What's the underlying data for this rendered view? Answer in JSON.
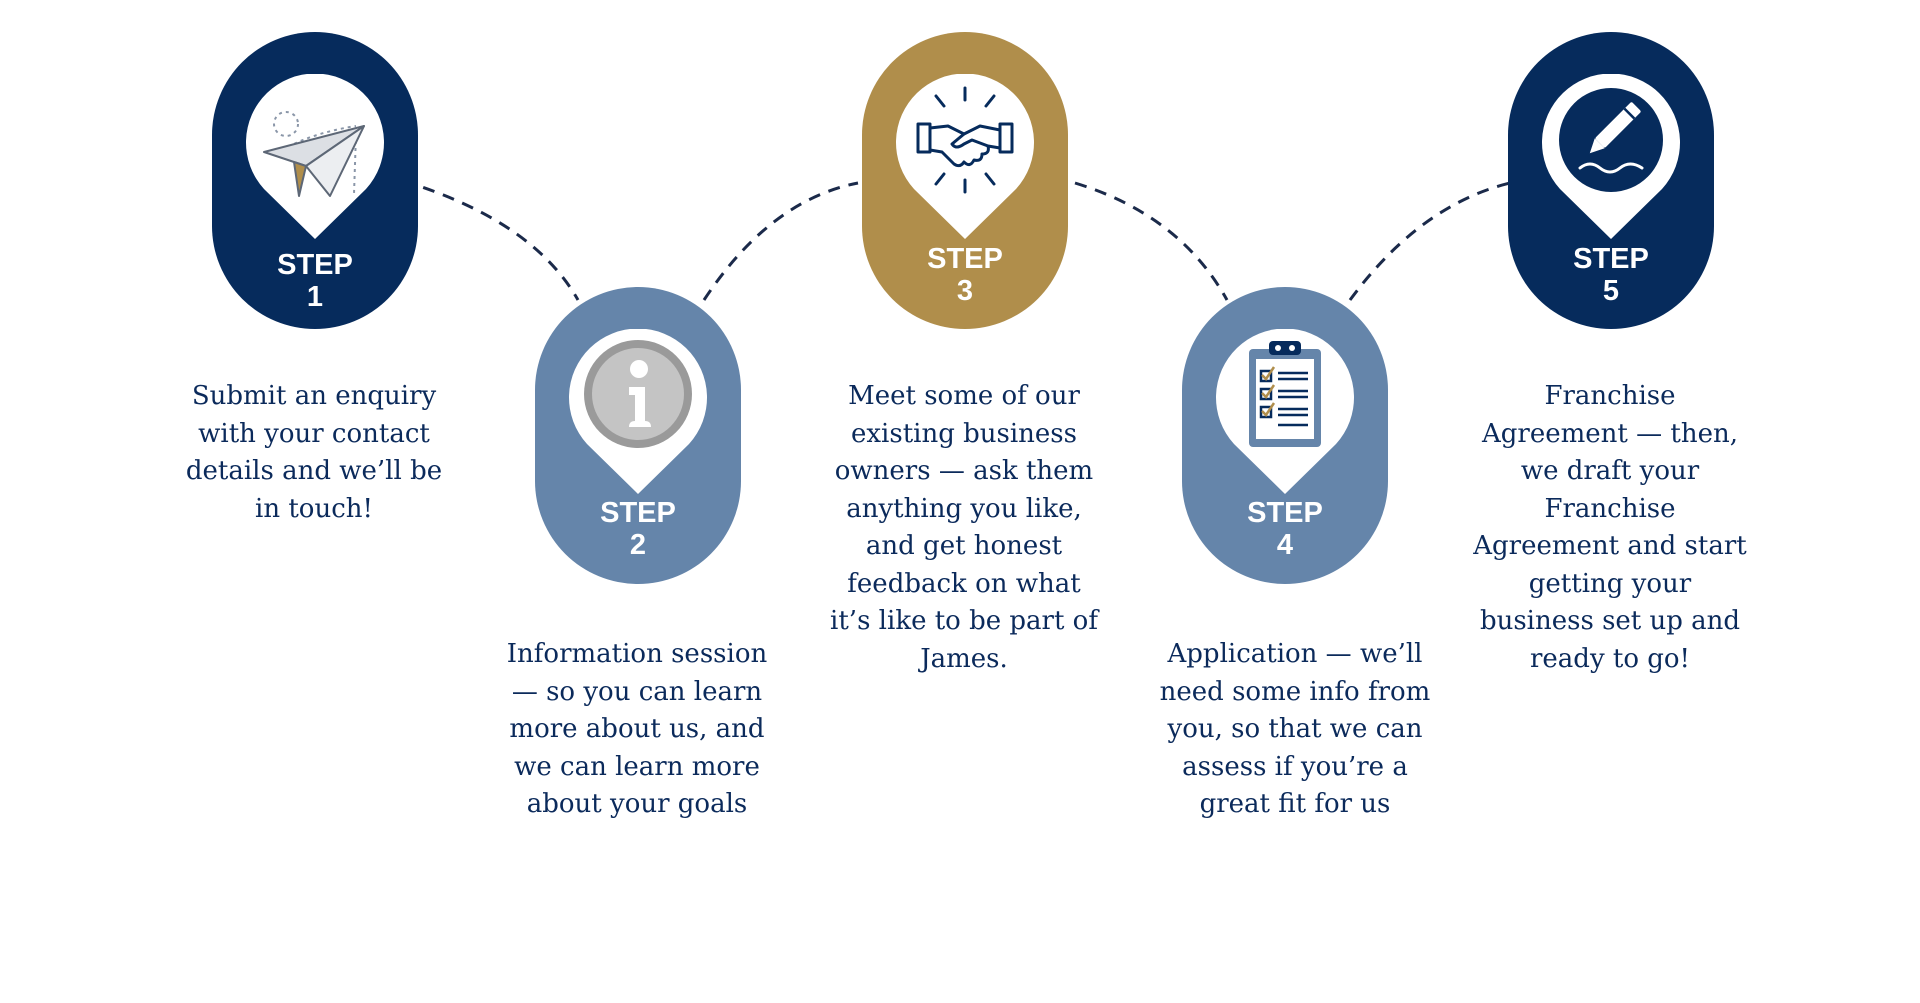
{
  "colors": {
    "navy": "#062b5c",
    "gold": "#b08e4b",
    "steel": "#6585aa",
    "text": "#0b2a5b",
    "connector": "#1b2a4a"
  },
  "steps": [
    {
      "label": "STEP",
      "number": "1",
      "color": "navy",
      "icon": "paper-plane-icon",
      "description": "Submit an enquiry with your contact details and we’ll be in touch!"
    },
    {
      "label": "STEP",
      "number": "2",
      "color": "steel",
      "icon": "info-icon",
      "description": "Information session — so you can learn more about us, and we can learn more about your goals"
    },
    {
      "label": "STEP",
      "number": "3",
      "color": "gold",
      "icon": "handshake-icon",
      "description": "Meet some of our existing business owners — ask them anything you like, and get honest feedback on what it’s like to be part of James."
    },
    {
      "label": "STEP",
      "number": "4",
      "color": "steel",
      "icon": "clipboard-checklist-icon",
      "description": "Application — we’ll need some info from you, so that we can assess if you’re a great fit for us"
    },
    {
      "label": "STEP",
      "number": "5",
      "color": "navy",
      "icon": "pen-signature-icon",
      "description": "Franchise Agreement — then, we draft your Franchise Agreement and start getting your business set up and ready to go!"
    }
  ]
}
